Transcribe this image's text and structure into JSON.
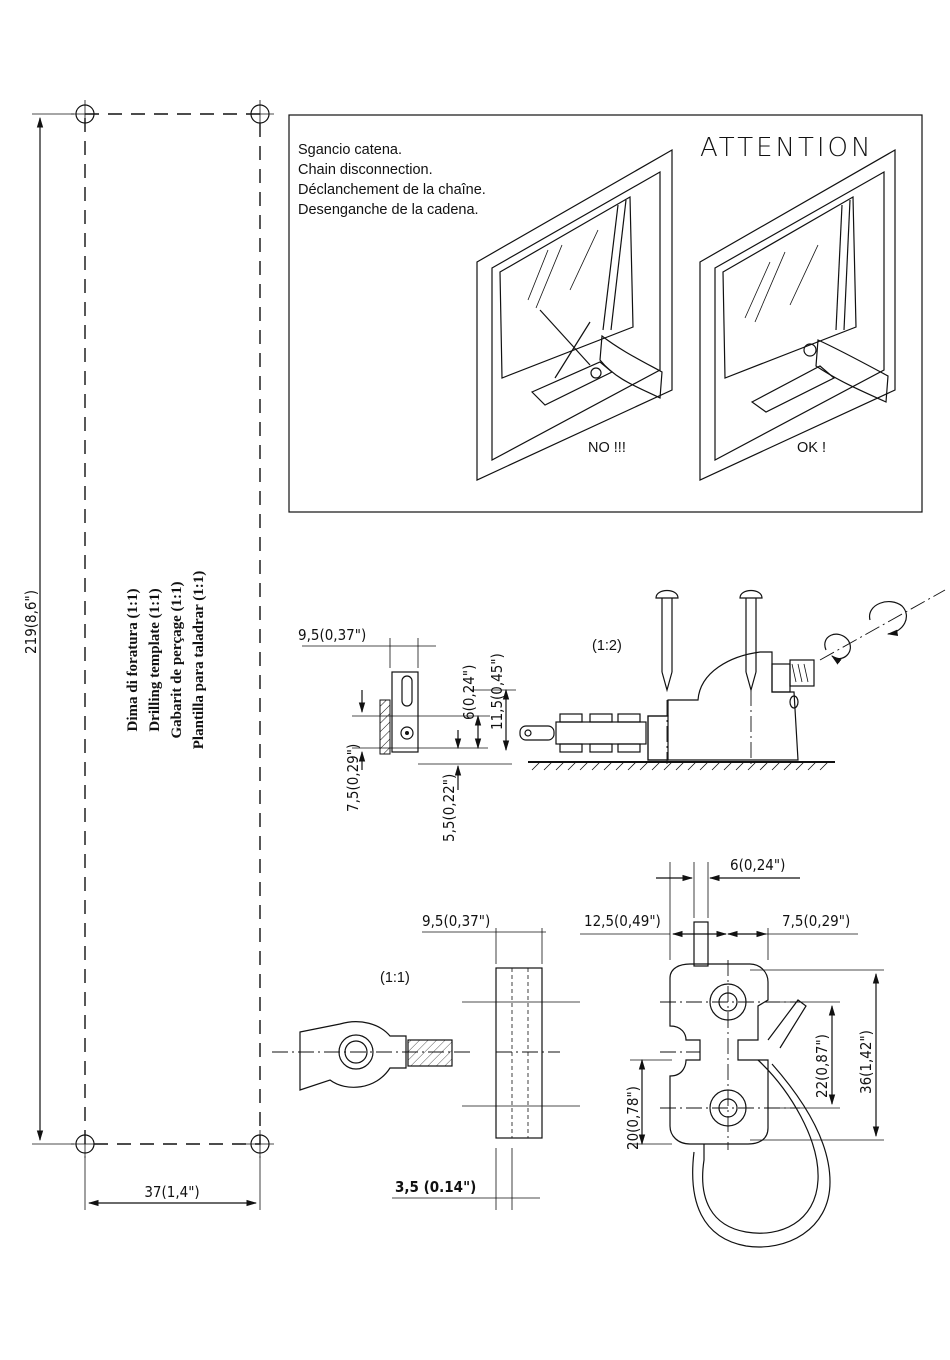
{
  "template": {
    "height_dim": "219(8,6\")",
    "width_dim": "37(1,4\")",
    "labels": [
      "Dima di foratura (1:1)",
      "Drilling template (1:1)",
      "Gabarit de perçage (1:1)",
      "Plantilla para taladrar (1:1)"
    ]
  },
  "attention": {
    "title": "ATTENTION",
    "lines": [
      "Sgancio catena.",
      "Chain disconnection.",
      "Déclanchement de la chaîne.",
      "Desenganche de la cadena."
    ],
    "no_label": "NO !!!",
    "ok_label": "OK !"
  },
  "side_view": {
    "scale": "(1:2)",
    "dims": [
      "9,5(0,37\")",
      "6(0,24\")",
      "11,5(0,45\")",
      "7,5(0,29\")",
      "5,5(0,22\")"
    ]
  },
  "detail_view": {
    "scale": "(1:1)",
    "dims": [
      "9,5(0,37\")",
      "3,5 (0.14\")",
      "6(0,24\")",
      "12,5(0,49\")",
      "7,5(0,29\")",
      "20(0,78\")",
      "22(0,87\")",
      "36(1,42\")"
    ]
  }
}
